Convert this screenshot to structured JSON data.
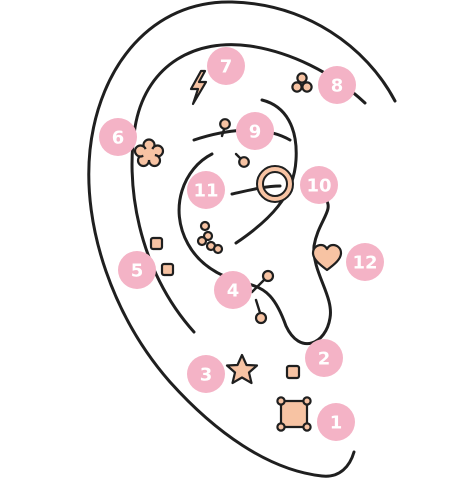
{
  "colors": {
    "outline": "#1f1f1f",
    "jewel_fill": "#f7c3a3",
    "badge_fill": "#f4b3c6",
    "badge_text": "#ffffff",
    "background": "#ffffff"
  },
  "piercings": [
    {
      "number": "1",
      "jewel": "square-cluster-stud"
    },
    {
      "number": "2",
      "jewel": "small-square-stud"
    },
    {
      "number": "3",
      "jewel": "star-stud"
    },
    {
      "number": "4",
      "jewel": "barbell"
    },
    {
      "number": "5",
      "jewel": "double-square-studs"
    },
    {
      "number": "6",
      "jewel": "flower-stud"
    },
    {
      "number": "7",
      "jewel": "lightning-bolt-stud"
    },
    {
      "number": "8",
      "jewel": "trinity-ball-stud"
    },
    {
      "number": "9",
      "jewel": "ball-barbell"
    },
    {
      "number": "10",
      "jewel": "hoop-ring"
    },
    {
      "number": "11",
      "jewel": "stud-cluster"
    },
    {
      "number": "12",
      "jewel": "heart-stud"
    }
  ]
}
